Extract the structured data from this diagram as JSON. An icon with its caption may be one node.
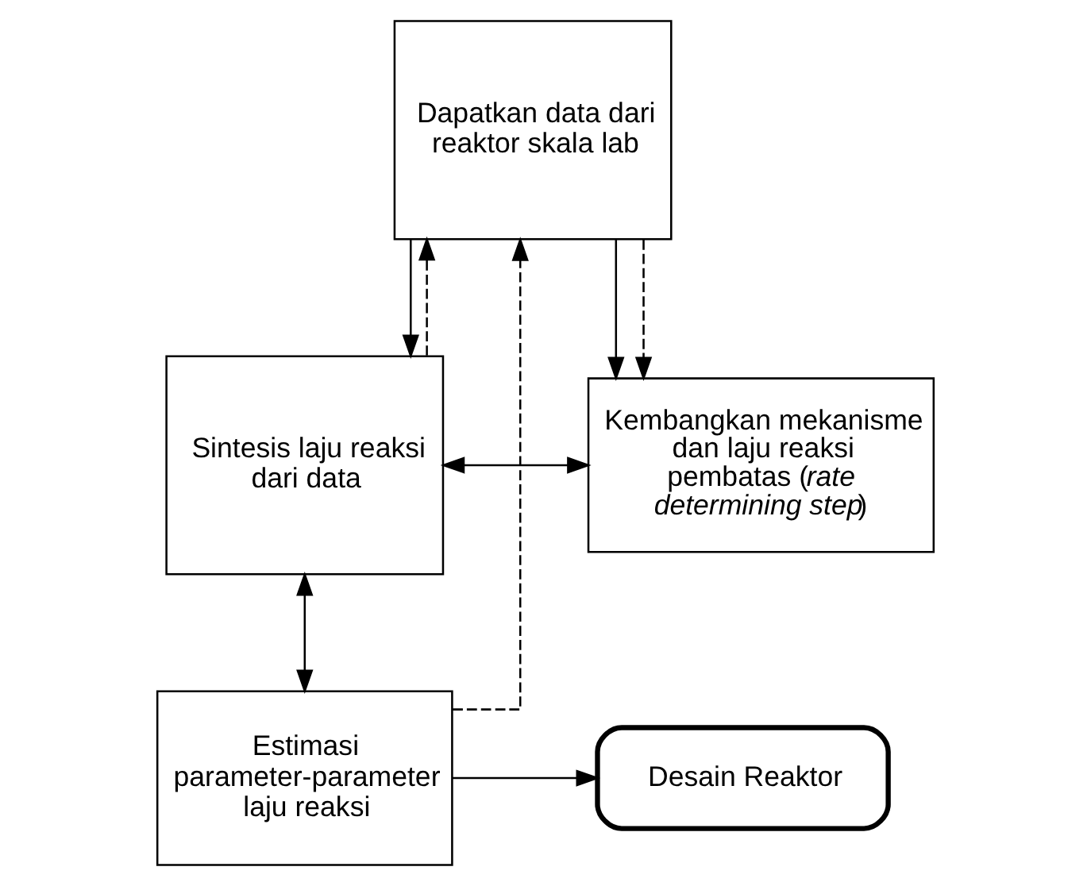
{
  "diagram": {
    "nodes": [
      {
        "text": [
          "Dapatkan data dari reaktor skala lab"
        ]
      },
      {
        "text": [
          "Sintesis laju reaksi dari data"
        ]
      },
      {
        "text": [
          "Kembangkan mekanisme dan laju reaksi pembatas (*rate determining step*)"
        ]
      },
      {
        "text": [
          "Estimasi parameter-parameter laju reaksi"
        ]
      },
      {
        "text": [
          "Desain Reaktor"
        ]
      }
    ],
    "edges": [
      {
        "from": 0,
        "to": 1,
        "arrow": "to"
      },
      {
        "from": 0,
        "to": 2,
        "arrow": "to"
      },
      {
        "from": 1,
        "to": 2,
        "arrow": "both"
      },
      {
        "from": 1,
        "to": 3,
        "arrow": "both"
      },
      {
        "from": 3,
        "to": 4,
        "arrow": "to"
      },
      {
        "from": 1,
        "to": 0,
        "arrow": "to",
        "style": "dashed"
      },
      {
        "from": 3,
        "to": 0,
        "arrow": "to",
        "style": "dashed"
      },
      {
        "from": 0,
        "to": 2,
        "arrow": "to",
        "style": "dashed"
      }
    ]
  }
}
